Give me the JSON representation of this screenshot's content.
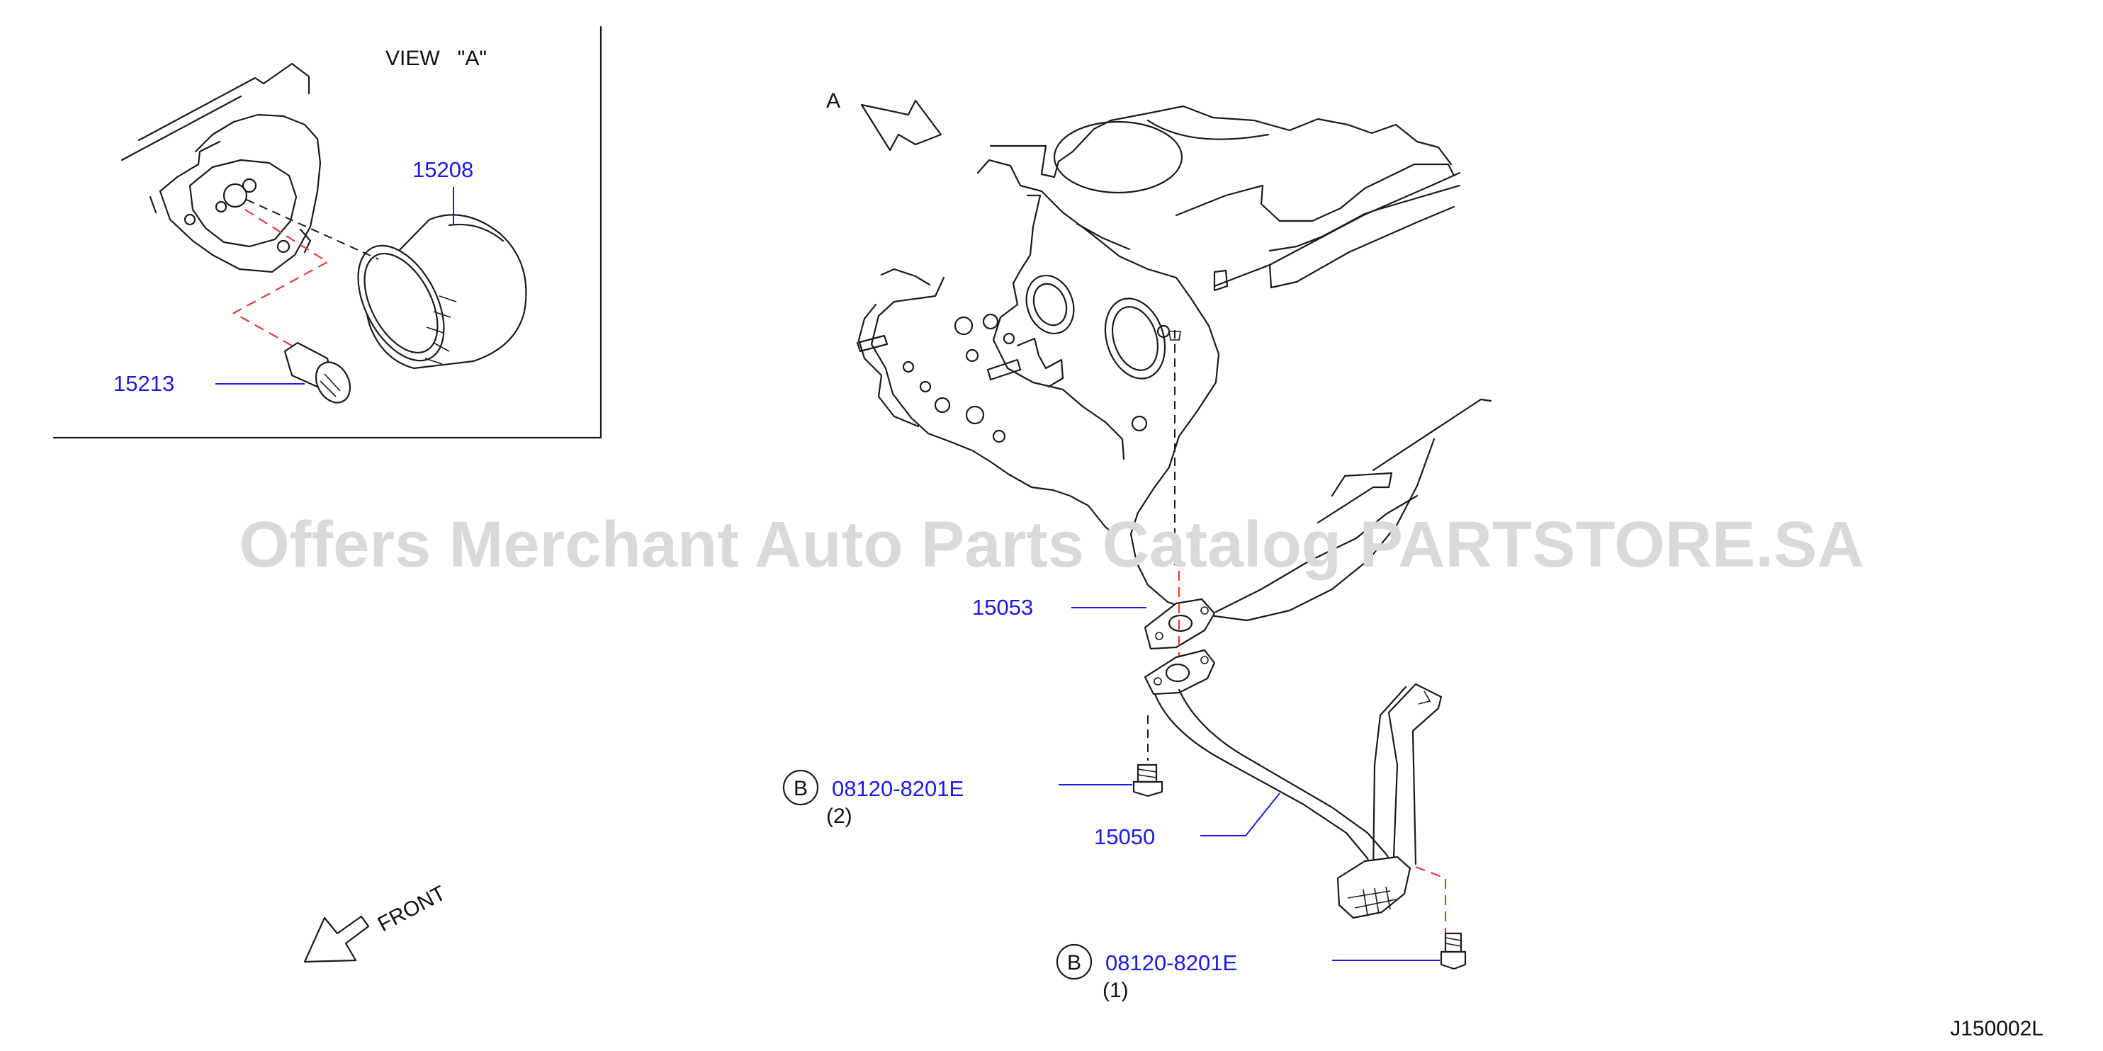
{
  "watermark": "Offers Merchant Auto Parts Catalog PARTSTORE.SA",
  "inset": {
    "title": "VIEW   \"A\""
  },
  "view_marker": "A",
  "direction_label": "FRONT",
  "callouts": {
    "oil_filter": "15208",
    "connector": "15213",
    "gasket": "15053",
    "strainer": "15050",
    "bolt_upper": {
      "ref": "B",
      "part": "08120-8201E",
      "qty": "(2)"
    },
    "bolt_lower": {
      "ref": "B",
      "part": "08120-8201E",
      "qty": "(1)"
    }
  },
  "diagram_code": "J150002L",
  "colors": {
    "part_number": "#1a1ae6",
    "line": "#1a1a1a",
    "guide_dash": "#e83a3a",
    "watermark": "#d9d9d9"
  }
}
